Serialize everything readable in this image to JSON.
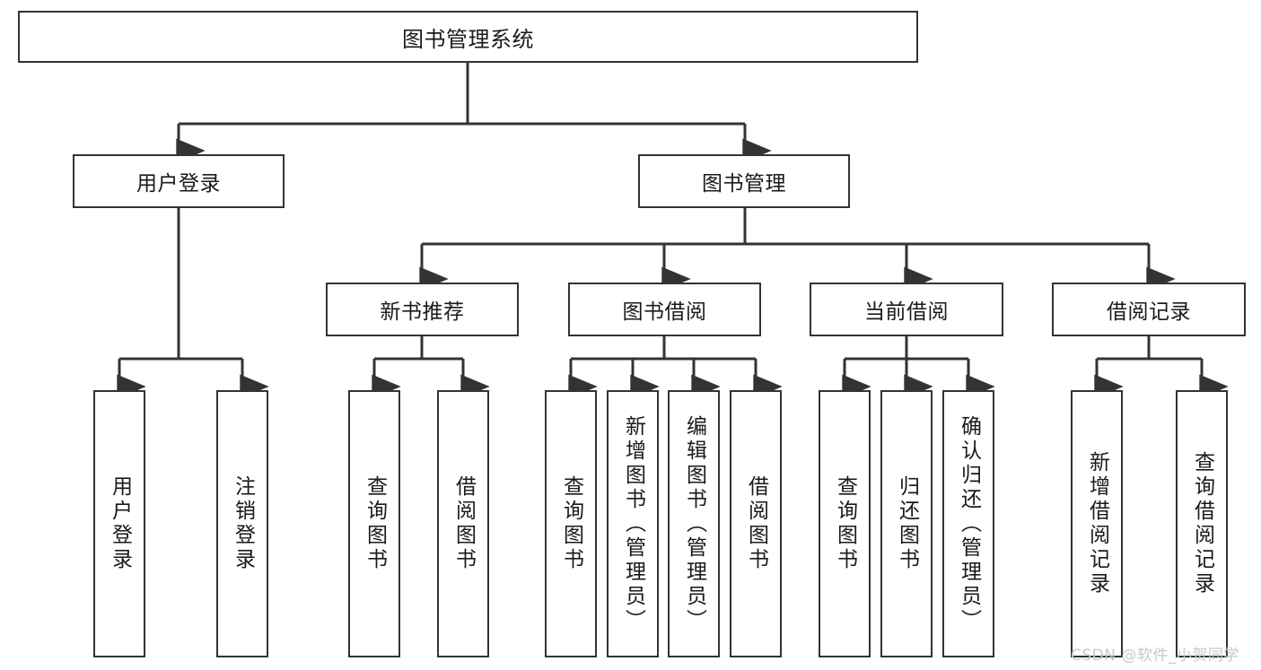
{
  "diagram": {
    "title": "图书管理系统",
    "watermark": "CSDN @软件_小贺同学",
    "colors": {
      "box_border": "#333333",
      "box_fill": "#ffffff",
      "connector": "#333333",
      "text": "#1a1a1a",
      "watermark": "#c9c9c9",
      "background": "#ffffff"
    },
    "levels": {
      "root": {
        "label": "图书管理系统"
      },
      "level2": [
        {
          "label": "用户登录"
        },
        {
          "label": "图书管理"
        }
      ],
      "level3": [
        {
          "label": "新书推荐"
        },
        {
          "label": "图书借阅"
        },
        {
          "label": "当前借阅"
        },
        {
          "label": "借阅记录"
        }
      ],
      "leaves": {
        "user_login": [
          {
            "label": "用户登录"
          },
          {
            "label": "注销登录"
          }
        ],
        "new_book_recommend": [
          {
            "label": "查询图书"
          },
          {
            "label": "借阅图书"
          }
        ],
        "book_borrow": [
          {
            "label": "查询图书"
          },
          {
            "label": "新增图书（管理员）"
          },
          {
            "label": "编辑图书（管理员）"
          },
          {
            "label": "借阅图书"
          }
        ],
        "current_borrow": [
          {
            "label": "查询图书"
          },
          {
            "label": "归还图书"
          },
          {
            "label": "确认归还（管理员）"
          }
        ],
        "borrow_record": [
          {
            "label": "新增借阅记录"
          },
          {
            "label": "查询借阅记录"
          }
        ]
      }
    }
  }
}
